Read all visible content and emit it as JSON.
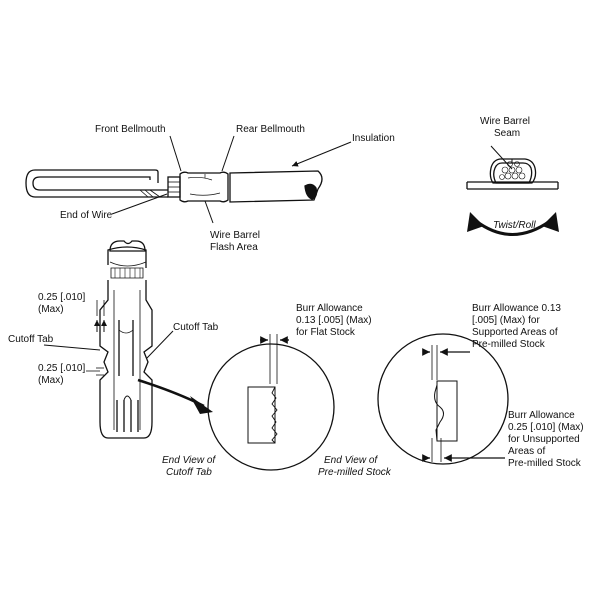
{
  "top_assembly": {
    "front_bellmouth": "Front Bellmouth",
    "rear_bellmouth": "Rear Bellmouth",
    "insulation": "Insulation",
    "end_of_wire": "End of Wire",
    "flash_area_line1": "Wire Barrel",
    "flash_area_line2": "Flash Area"
  },
  "end_view": {
    "seam_line1": "Wire Barrel",
    "seam_line2": "Seam",
    "twist_roll": "Twist/Roll"
  },
  "cutoff_detail": {
    "dim_top_line1": "0.25 [.010]",
    "dim_top_line2": "(Max)",
    "cutoff_tab_left": "Cutoff Tab",
    "dim_bottom_line1": "0.25 [.010]",
    "dim_bottom_line2": "(Max)",
    "cutoff_tab_right": "Cutoff Tab",
    "flat_line1": "Burr Allowance",
    "flat_line2": "0.13 [.005] (Max)",
    "flat_line3": "for Flat Stock",
    "caption_line1": "End View of",
    "caption_line2": "Cutoff Tab"
  },
  "premilled_detail": {
    "supported_line1": "Burr Allowance 0.13",
    "supported_line2": "[.005] (Max) for",
    "supported_line3": "Supported Areas of",
    "supported_line4": "Pre-milled Stock",
    "unsupported_line1": "Burr Allowance",
    "unsupported_line2": "0.25 [.010] (Max)",
    "unsupported_line3": "for Unsupported",
    "unsupported_line4": "Areas of",
    "unsupported_line5": "Pre-milled Stock",
    "caption_line1": "End View of",
    "caption_line2": "Pre-milled Stock"
  }
}
